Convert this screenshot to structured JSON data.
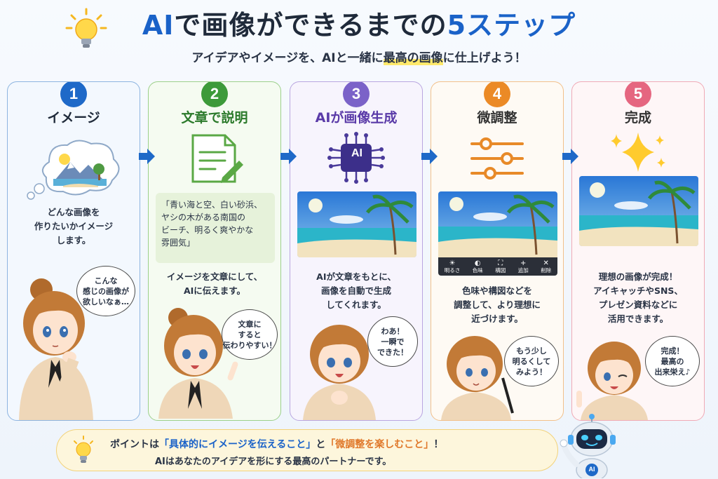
{
  "header": {
    "title_ai": "AI",
    "title_mid": "で画像ができるまでの",
    "title_five": "5",
    "title_end": "ステップ",
    "subtitle_pre": "アイデアやイメージを、AIと一緒に",
    "subtitle_hl": "最高の画像",
    "subtitle_post": "に仕上げよう！"
  },
  "steps": [
    {
      "number": "1",
      "title": "イメージ",
      "icon": "thought-cloud-landscape-icon",
      "description": "どんな画像を\n作りたいかイメージ\nします。",
      "bubble": "こんな\n感じの画像が\n欲しいなぁ…"
    },
    {
      "number": "2",
      "title": "文章で説明",
      "icon": "document-pencil-icon",
      "quote": "「青い海と空、白い砂浜、\nヤシの木がある南国の\nビーチ、明るく爽やかな\n雰囲気」",
      "description": "イメージを文章にして、\nAIに伝えます。",
      "bubble": "文章に\nすると\n伝わりやすい！"
    },
    {
      "number": "3",
      "title": "AIが画像生成",
      "icon": "ai-chip-icon",
      "icon_label": "AI",
      "description": "AIが文章をもとに、\n画像を自動で生成\nしてくれます。",
      "bubble": "わあ！\n一瞬で\nできた！"
    },
    {
      "number": "4",
      "title": "微調整",
      "icon": "sliders-icon",
      "tools": [
        {
          "label": "明るさ",
          "icon": "sun-icon",
          "glyph": "☀"
        },
        {
          "label": "色味",
          "icon": "palette-icon",
          "glyph": "◐"
        },
        {
          "label": "構図",
          "icon": "crop-icon",
          "glyph": "⛶"
        },
        {
          "label": "追加",
          "icon": "plus-icon",
          "glyph": "+"
        },
        {
          "label": "削除",
          "icon": "close-icon",
          "glyph": "✕"
        }
      ],
      "description": "色味や構図などを\n調整して、より理想に\n近づけます。",
      "bubble": "もう少し\n明るくして\nみよう！"
    },
    {
      "number": "5",
      "title": "完成",
      "icon": "sparkle-icon",
      "description": "理想の画像が完成！\nアイキャッチやSNS、\nプレゼン資料などに\n活用できます。",
      "bubble": "完成！\n最高の\n出来栄え♪"
    }
  ],
  "footer": {
    "line1_pre": "ポイントは",
    "line1_q1": "「具体的にイメージを伝えること」",
    "line1_mid": "と",
    "line1_q2": "「微調整を楽しむこと」",
    "line1_post": "！",
    "line2": "AIはあなたのアイデアを形にする最高のパートナーです。",
    "robot_label": "AI"
  },
  "colors": {
    "blue": "#1e69c8",
    "green": "#3d9a3a",
    "purple": "#7b62c8",
    "orange": "#eb8a26",
    "pink": "#e56680"
  }
}
